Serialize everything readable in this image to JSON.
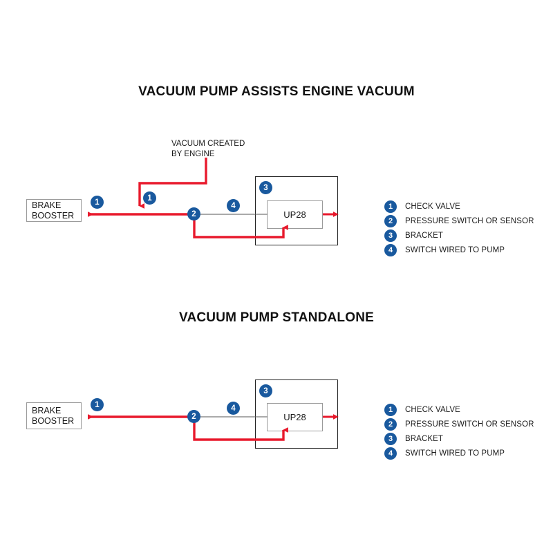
{
  "diagrams": [
    {
      "title": "VACUUM PUMP ASSISTS ENGINE VACUUM",
      "booster": {
        "line1": "BRAKE",
        "line2": "BOOSTER"
      },
      "pump": {
        "label": "UP28"
      },
      "callout": {
        "line1": "VACUUM CREATED",
        "line2": "BY ENGINE"
      },
      "markers": [
        {
          "id": "1",
          "name": "check-valve-marker-booster"
        },
        {
          "id": "1",
          "name": "check-valve-marker-engine"
        },
        {
          "id": "2",
          "name": "pressure-switch-marker"
        },
        {
          "id": "3",
          "name": "bracket-marker"
        },
        {
          "id": "4",
          "name": "switch-wire-marker"
        }
      ],
      "legend": [
        {
          "id": "1",
          "label": "CHECK VALVE"
        },
        {
          "id": "2",
          "label": "PRESSURE SWITCH OR SENSOR"
        },
        {
          "id": "3",
          "label": "BRACKET"
        },
        {
          "id": "4",
          "label": "SWITCH WIRED TO PUMP"
        }
      ]
    },
    {
      "title": "VACUUM PUMP STANDALONE",
      "booster": {
        "line1": "BRAKE",
        "line2": "BOOSTER"
      },
      "pump": {
        "label": "UP28"
      },
      "markers": [
        {
          "id": "1",
          "name": "check-valve-marker-booster"
        },
        {
          "id": "2",
          "name": "pressure-switch-marker"
        },
        {
          "id": "3",
          "name": "bracket-marker"
        },
        {
          "id": "4",
          "name": "switch-wire-marker"
        }
      ],
      "legend": [
        {
          "id": "1",
          "label": "CHECK VALVE"
        },
        {
          "id": "2",
          "label": "PRESSURE SWITCH OR SENSOR"
        },
        {
          "id": "3",
          "label": "BRACKET"
        },
        {
          "id": "4",
          "label": "SWITCH WIRED TO PUMP"
        }
      ]
    }
  ],
  "colors": {
    "vacuum_line": "#E8192C",
    "wire_line": "#555555",
    "badge_blue": "#19599E",
    "box_border": "#9a9a9a",
    "bracket_border": "#222222",
    "background": "#ffffff"
  }
}
